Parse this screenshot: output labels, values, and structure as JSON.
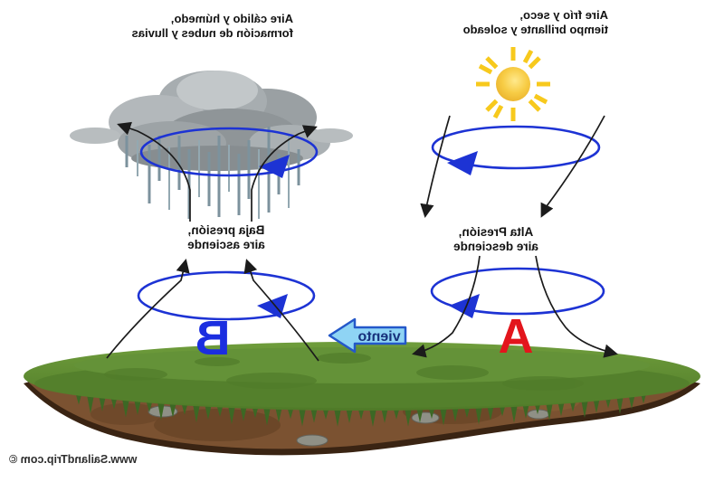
{
  "labels": {
    "warm_air": {
      "line1": "Aire cálido y húmedo,",
      "line2": "formación de nubes y lluvias"
    },
    "cold_air": {
      "line1": "Aire frío y seco,",
      "line2": "tiempo brillante y soleado"
    },
    "low_pressure": {
      "line1": "Baja presión,",
      "line2": "aire asciende"
    },
    "high_pressure": {
      "line1": "Alta Presión,",
      "line2": "aire desciende"
    },
    "wind": "viento",
    "letter_low": "B",
    "letter_high": "A",
    "watermark": "www.SailandTrip.com ©"
  },
  "colors": {
    "circulation_blue": "#1d33d4",
    "arrow_black": "#1b1b1b",
    "letter_b_blue": "#1b2ee0",
    "letter_a_red": "#e3151c",
    "wind_arrow_fill": "#8fd4f4",
    "wind_arrow_border": "#2458c9",
    "wind_text": "#17317c",
    "grass_green": "#5b8a2e",
    "grass_fringe": "#3c6824",
    "soil_brown": "#7b5231",
    "soil_dark_rim": "#3a2413",
    "sun_gold": "#f7c91d",
    "cloud_gray": "#a7adb0",
    "rain_gray_blue": "#7c929d"
  }
}
